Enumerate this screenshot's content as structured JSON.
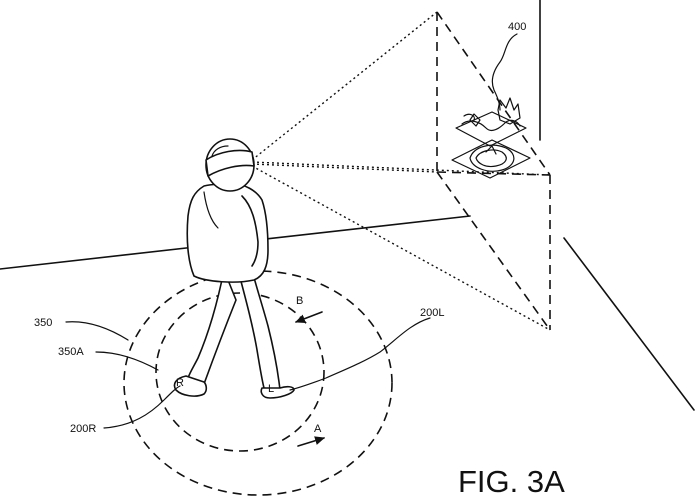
{
  "figure": {
    "caption": "FIG. 3A",
    "labels": {
      "display_content": "400",
      "outer_circle": "350",
      "inner_circle": "350A",
      "right_foot": "200R",
      "left_foot": "200L",
      "right_foot_mark": "R",
      "left_foot_mark": "L",
      "arrow_a": "A",
      "arrow_b": "B"
    }
  }
}
